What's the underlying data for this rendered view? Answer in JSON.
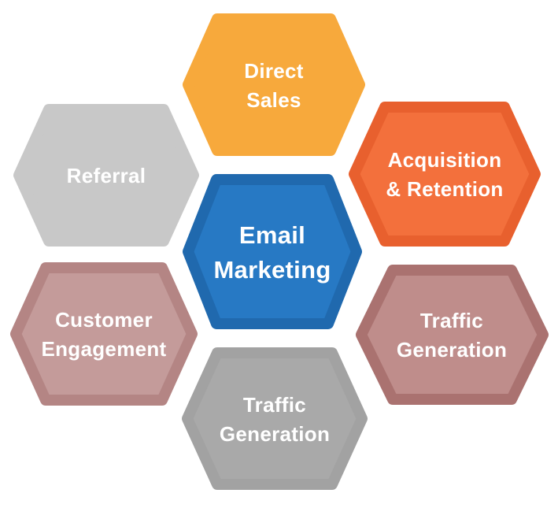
{
  "diagram": {
    "title": "Email Marketing",
    "text_color": "#FFFFFF",
    "center": {
      "label": "Email Marketing",
      "lines": [
        "Email",
        "Marketing"
      ],
      "fill": "#2779C4",
      "stroke": "#2069AE"
    },
    "nodes": [
      {
        "label": "Direct Sales",
        "lines": [
          "Direct",
          "Sales"
        ],
        "fill": "#F7A93C",
        "stroke": "#F7A93C"
      },
      {
        "label": "Acquisition & Retention",
        "lines": [
          "Acquisition",
          "& Retention"
        ],
        "fill": "#F3703C",
        "stroke": "#E8602E"
      },
      {
        "label": "Referral",
        "lines": [
          "Referral"
        ],
        "fill": "#C8C8C8",
        "stroke": "#C8C8C8"
      },
      {
        "label": "Customer Engagement",
        "lines": [
          "Customer",
          "Engagement"
        ],
        "fill": "#C49B9A",
        "stroke": "#B48584"
      },
      {
        "label": "Traffic Generation",
        "lines": [
          "Traffic",
          "Generation"
        ],
        "fill": "#BF8D8B",
        "stroke": "#AA7270"
      },
      {
        "label": "Traffic Generation",
        "lines": [
          "Traffic",
          "Generation"
        ],
        "fill": "#A9A9A9",
        "stroke": "#A2A2A2"
      }
    ]
  }
}
